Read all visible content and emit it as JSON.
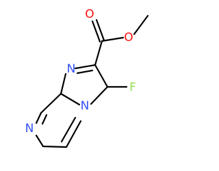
{
  "molecule": {
    "atoms": {
      "o_carbonyl": "O",
      "o_ester": "O",
      "n_imidazole": "N",
      "n_bridgehead": "N",
      "n_pyrazine": "N",
      "f": "F"
    },
    "colors": {
      "oxygen": "#ff0d0d",
      "nitrogen": "#3050f8",
      "fluorine": "#90e050",
      "bond": "#000000"
    }
  }
}
